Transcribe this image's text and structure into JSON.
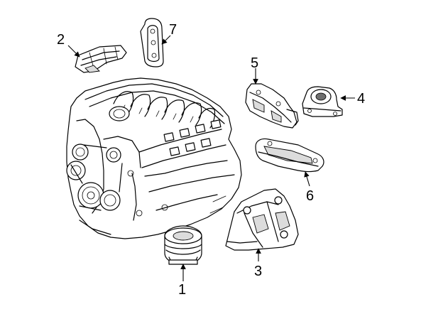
{
  "callouts": [
    {
      "id": "1",
      "label": "1"
    },
    {
      "id": "2",
      "label": "2"
    },
    {
      "id": "3",
      "label": "3"
    },
    {
      "id": "4",
      "label": "4"
    },
    {
      "id": "5",
      "label": "5"
    },
    {
      "id": "6",
      "label": "6"
    },
    {
      "id": "7",
      "label": "7"
    }
  ],
  "colors": {
    "line": "#000000",
    "shade": "#dcdcdc",
    "background": "#ffffff"
  }
}
